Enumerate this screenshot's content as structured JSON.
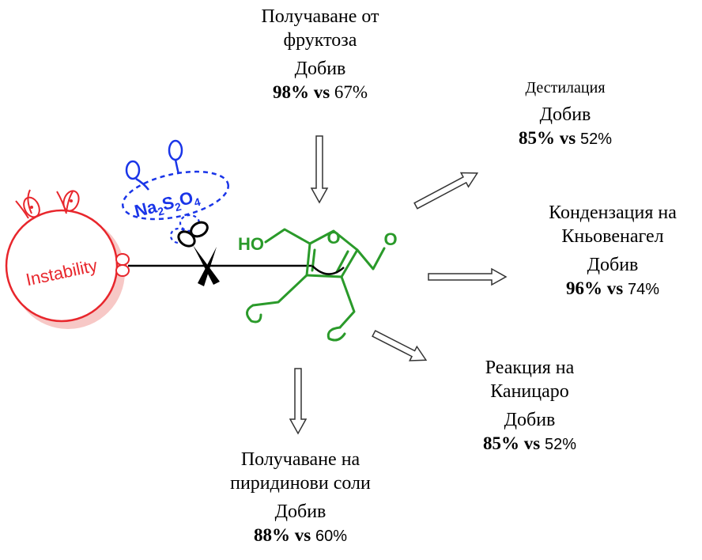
{
  "colors": {
    "instability": "#e8262c",
    "instability_shadow": "#f4b8b6",
    "reagent": "#1a35e8",
    "molecule": "#2a9a2a",
    "arrow": "#333333"
  },
  "icons": [
    "scissors-icon",
    "arrow-down-icon",
    "arrow-right-icon"
  ],
  "instability": {
    "label": "Instability"
  },
  "reagent": {
    "na": "Na",
    "s": "S",
    "o": "O",
    "sub1": "2",
    "sub2": "2",
    "sub3": "4"
  },
  "molecule": {
    "ho": "HO",
    "o_ring": "O",
    "o_ald": "O"
  },
  "word_yield": "Добив",
  "word_vs": "vs",
  "nodes": {
    "fructose": {
      "title": [
        "Получаване от",
        "фруктоза"
      ],
      "new": "98%",
      "old": "67%"
    },
    "distillation": {
      "title": [
        "Дестилация"
      ],
      "new": "85%",
      "old": "52%"
    },
    "knoevenagel": {
      "title": [
        "Кондензация на",
        "Кньовенагел"
      ],
      "new": "96%",
      "old": "74%"
    },
    "cannizzaro": {
      "title": [
        "Реакция на",
        "Каницаро"
      ],
      "new": "85%",
      "old": "52%"
    },
    "pyridinium": {
      "title": [
        "Получаване на",
        "пиридинови соли"
      ],
      "new": "88%",
      "old": "60%"
    }
  }
}
